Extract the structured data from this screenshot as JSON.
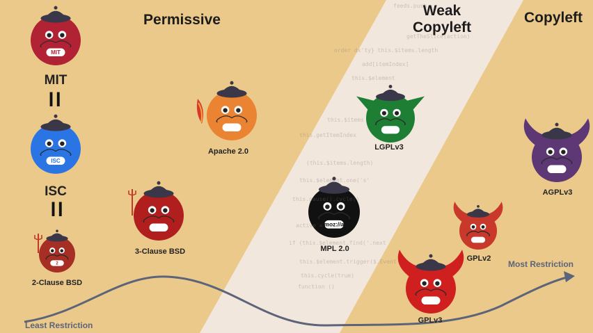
{
  "sections": {
    "permissive": "Permissive",
    "weak": "Weak\nCopyleft",
    "copyleft": "Copyleft"
  },
  "licenses": {
    "mit": {
      "label": "MIT",
      "badge": "MIT"
    },
    "isc": {
      "label": "ISC",
      "badge": "ISC"
    },
    "bsd2": {
      "label": "2-Clause BSD",
      "badge": "2"
    },
    "bsd3": {
      "label": "3-Clause BSD"
    },
    "apache": {
      "label": "Apache 2.0"
    },
    "mpl": {
      "label": "MPL 2.0",
      "badge": "moz://a"
    },
    "lgpl": {
      "label": "LGPLv3"
    },
    "gpl2": {
      "label": "GPLv2"
    },
    "gpl3": {
      "label": "GPLv3"
    },
    "agpl": {
      "label": "AGPLv3"
    }
  },
  "equals": "II",
  "axis": {
    "least": "Least Restriction",
    "most": "Most Restriction"
  },
  "code_lines": [
    "feeds.push",
    "getTheSlice(action)",
    "order  dx'ty}  this.$items.length",
    "add[itemIndex]",
    "this.$element",
    "this.$items",
    "this.getItemIndex",
    "(this.$items.length)",
    "this.$element.one('s'",
    "this.pause().cycle()",
    "active = this",
    "if (this.$element.find('.next",
    "this.$element.trigger($.Event",
    "this.cycle(true)",
    "function ()"
  ],
  "colors": {
    "background": "#EBC98A",
    "stripe": "#F1E7DC",
    "axis": "#5b6478",
    "hat": "#3a3748"
  }
}
